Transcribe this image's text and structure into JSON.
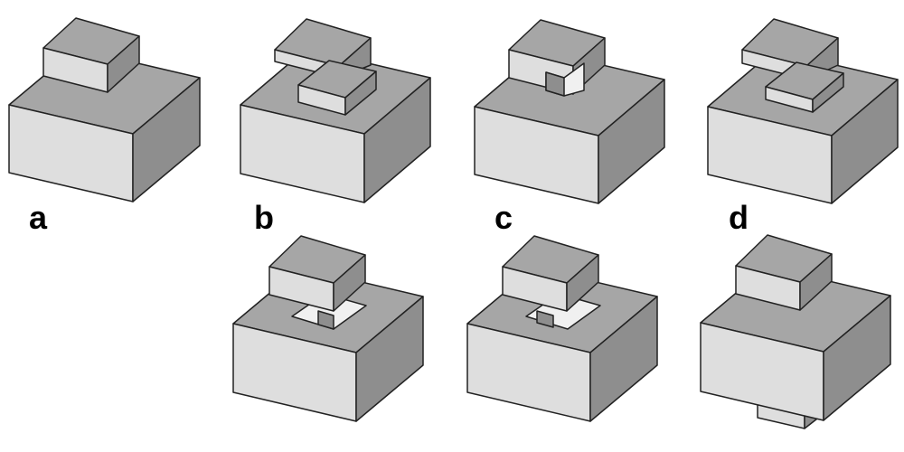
{
  "labels": {
    "a": "a",
    "b": "b",
    "c": "c",
    "d": "d"
  },
  "colors": {
    "top": "#a6a6a6",
    "front": "#dedede",
    "side": "#8e8e8e",
    "hole": "#f0f0f0",
    "stroke": "#222222",
    "label": "#000000"
  }
}
